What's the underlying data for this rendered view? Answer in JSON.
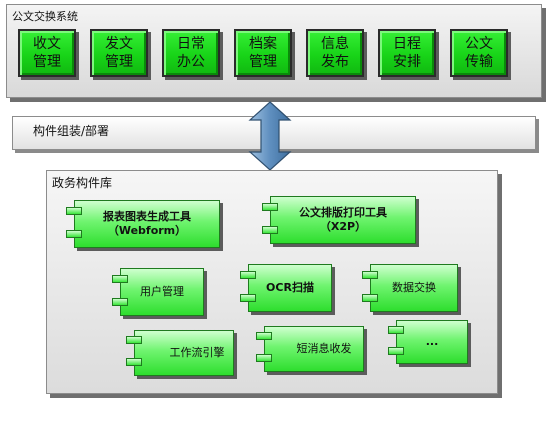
{
  "top_panel": {
    "title": "公文交换系统",
    "apps": [
      {
        "label": "收文\n管理"
      },
      {
        "label": "发文\n管理"
      },
      {
        "label": "日常\n办公"
      },
      {
        "label": "档案\n管理"
      },
      {
        "label": "信息\n发布"
      },
      {
        "label": "日程\n安排"
      },
      {
        "label": "公文\n传输"
      }
    ]
  },
  "assembly_bar": {
    "label": "构件组装/部署"
  },
  "library_panel": {
    "title": "政务构件库",
    "components": [
      {
        "label": "报表图表生成工具\n（Webform）"
      },
      {
        "label": "公文排版打印工具\n（X2P）"
      },
      {
        "label": "用户管理"
      },
      {
        "label": "OCR扫描"
      },
      {
        "label": "数据交换"
      },
      {
        "label": "工作流引擎"
      },
      {
        "label": "短消息收发"
      },
      {
        "label": "..."
      }
    ]
  },
  "colors": {
    "app_green": "#18d418",
    "component_green": "#6ff46f",
    "panel_gray": "#e6e6e6",
    "arrow_blue": "#5f8fbf"
  }
}
